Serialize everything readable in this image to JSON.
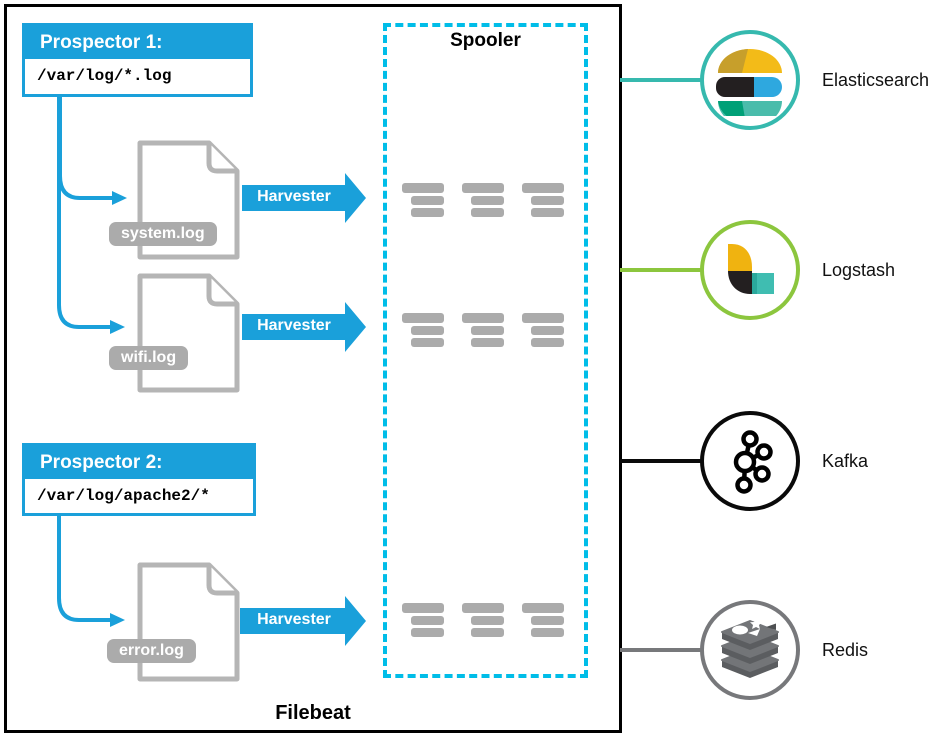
{
  "filebeat": {
    "label": "Filebeat"
  },
  "spooler": {
    "title": "Spooler",
    "event_rows": 3,
    "event_groups_per_row": 3
  },
  "prospectors": [
    {
      "title": "Prospector 1:",
      "path": "/var/log/*.log"
    },
    {
      "title": "Prospector 2:",
      "path": "/var/log/apache2/*"
    }
  ],
  "log_files": [
    {
      "name": "system.log"
    },
    {
      "name": "wifi.log"
    },
    {
      "name": "error.log"
    }
  ],
  "harvesters": [
    {
      "label": "Harvester"
    },
    {
      "label": "Harvester"
    },
    {
      "label": "Harvester"
    }
  ],
  "outputs": [
    {
      "name": "Elasticsearch",
      "icon": "elasticsearch-logo-icon",
      "accent": "#36b9ae"
    },
    {
      "name": "Logstash",
      "icon": "logstash-logo-icon",
      "accent": "#8cc63e"
    },
    {
      "name": "Kafka",
      "icon": "kafka-logo-icon",
      "accent": "#000000"
    },
    {
      "name": "Redis",
      "icon": "redis-logo-icon",
      "accent": "#77787b"
    }
  ],
  "colors": {
    "blue": "#1aa0da",
    "cyan": "#00bde8",
    "bar_gray": "#ababab",
    "doc_gray": "#b5b5b5"
  }
}
